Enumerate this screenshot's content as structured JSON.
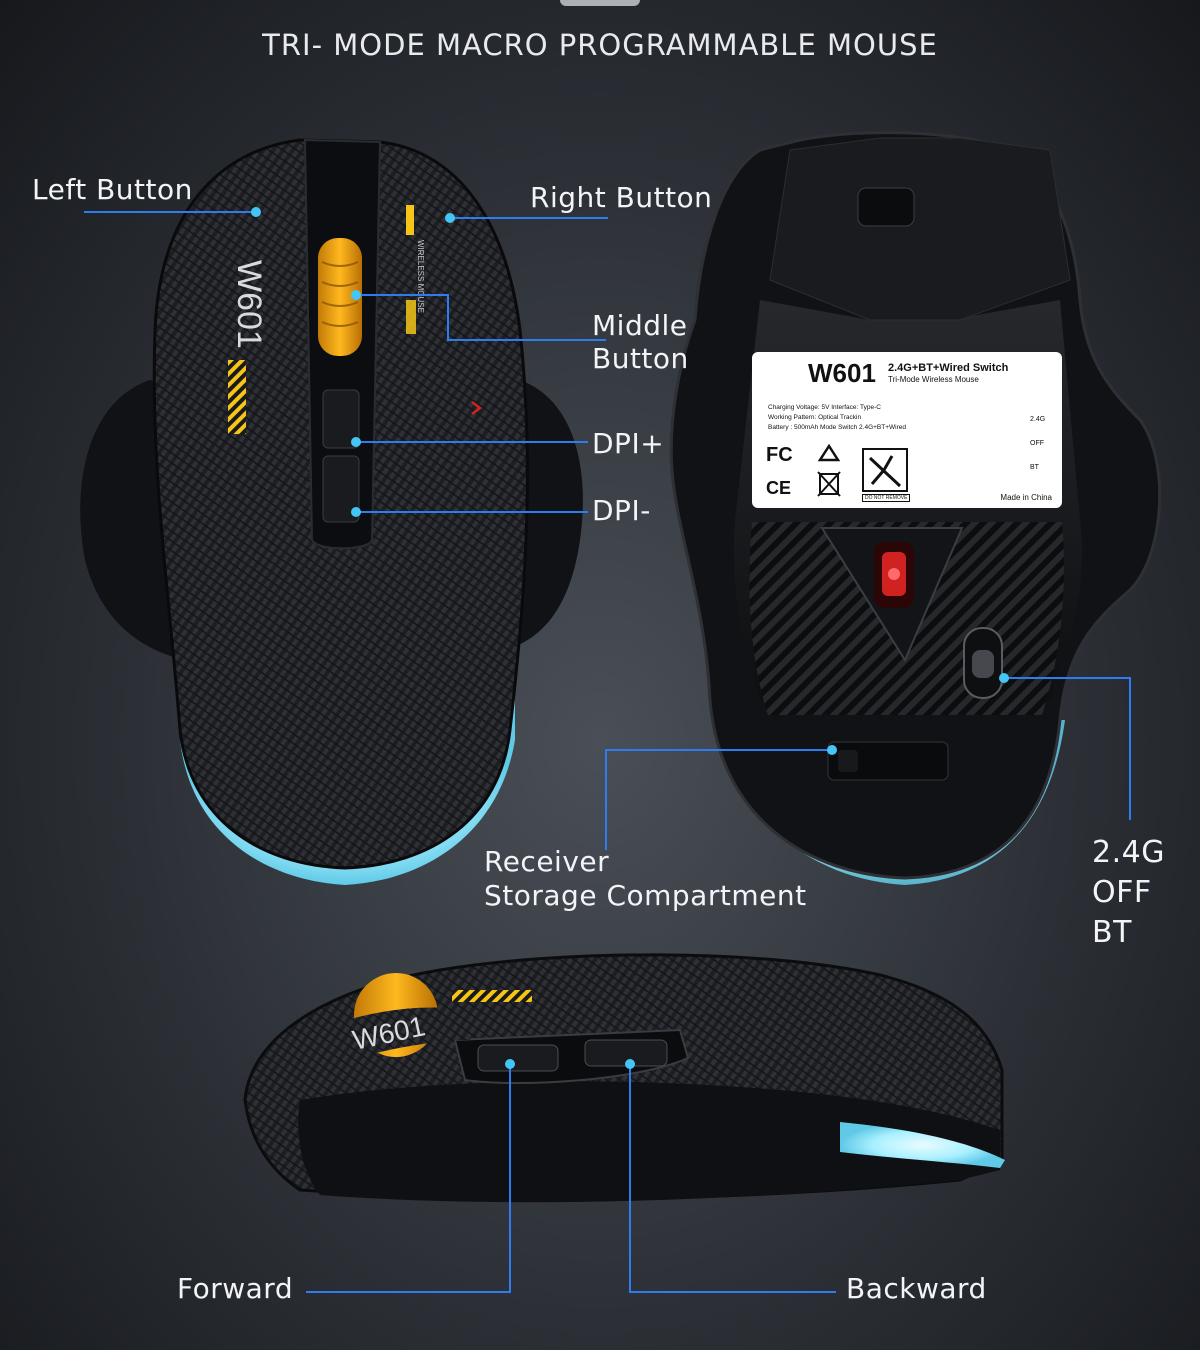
{
  "title": "TRI- MODE MACRO  PROGRAMMABLE MOUSE",
  "labels": {
    "left_button": "Left Button",
    "right_button": "Right Button",
    "middle_button": [
      "Middle",
      "Button"
    ],
    "dpi_plus": "DPI+",
    "dpi_minus": "DPI-",
    "receiver": [
      "Receiver",
      "Storage Compartment"
    ],
    "mode_switch": [
      "2.4G",
      "OFF",
      "BT"
    ],
    "forward": "Forward",
    "backward": "Backward"
  },
  "sticker": {
    "model": "W601",
    "line1": "2.4G+BT+Wired Switch",
    "line2": "Tri-Mode Wireless Mouse",
    "specs": [
      "Charging Voltage: 5V     Interface: Type-C",
      "Working Pattern: Optical Trackin",
      "Battery : 500mAh    Mode Switch 2.4G+BT+Wired"
    ],
    "switch_labels": [
      "2.4G",
      "OFF",
      "BT"
    ],
    "fc": "FC",
    "ce": "CE",
    "do_not_remove": "DO NOT REMOVE",
    "made_in": "Made in China"
  },
  "mouse_branding": {
    "top_model": "W601",
    "top_side_text": "WIRELESS MOUSE",
    "side_model": "W601"
  },
  "colors": {
    "accent_blue": "#2f7bf0",
    "dot_cyan": "#43c6f5",
    "glow": "#a9f0ff",
    "wheel_yellow": "#f5a714",
    "body_dark": "#151619",
    "sensor_red": "#d12222"
  }
}
